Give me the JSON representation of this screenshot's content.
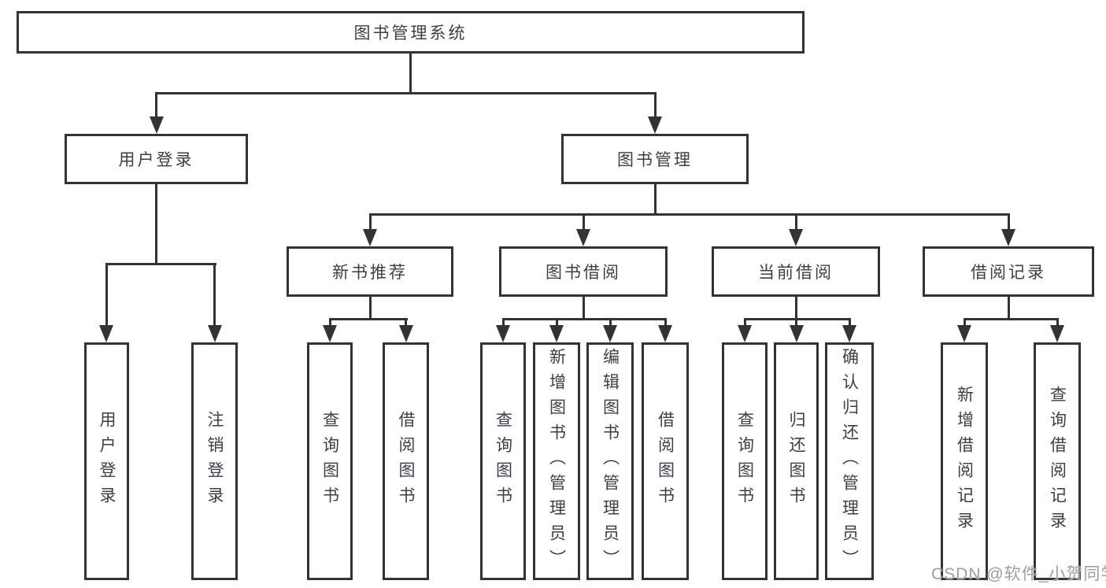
{
  "title": "图书管理系统",
  "tree": {
    "root": "图书管理系统",
    "branches": [
      {
        "label": "用户登录",
        "children": [
          "用户登录",
          "注销登录"
        ]
      },
      {
        "label": "图书管理",
        "sections": [
          {
            "label": "新书推荐",
            "children": [
              "查询图书",
              "借阅图书"
            ]
          },
          {
            "label": "图书借阅",
            "children": [
              "查询图书",
              "新增图书（管理员）",
              "编辑图书（管理员）",
              "借阅图书"
            ]
          },
          {
            "label": "当前借阅",
            "children": [
              "查询图书",
              "归还图书",
              "确认归还（管理员）"
            ]
          },
          {
            "label": "借阅记录",
            "children": [
              "新增借阅记录",
              "查询借阅记录"
            ]
          }
        ]
      }
    ]
  },
  "watermark": {
    "text": "CSDN @软件_小贺同学"
  },
  "colors": {
    "line": "#333333",
    "text": "#3a3f4a",
    "watermark": "#9e9e9e",
    "background": "#ffffff"
  }
}
